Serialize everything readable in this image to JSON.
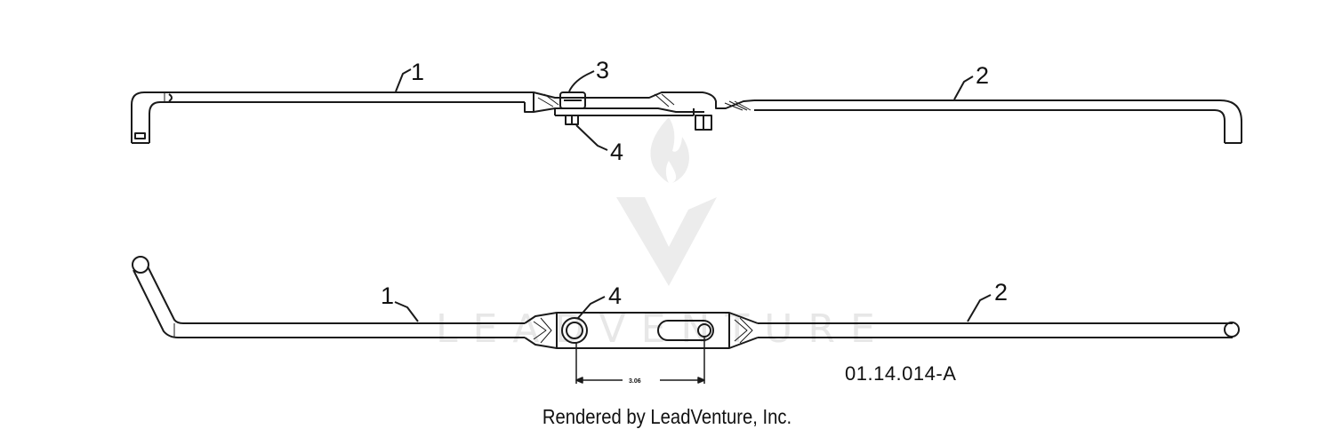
{
  "diagram": {
    "callouts": {
      "top_1": "1",
      "top_2": "2",
      "top_3": "3",
      "top_4": "4",
      "bottom_1": "1",
      "bottom_2": "2",
      "bottom_4": "4"
    },
    "dimension": "3.06",
    "part_number": "01.14.014-A",
    "credit": "Rendered by LeadVenture, Inc.",
    "watermark": "LEADVENTURE"
  },
  "colors": {
    "line": "#1a1a1a",
    "watermark": "#e7e7e7",
    "background": "#ffffff"
  }
}
